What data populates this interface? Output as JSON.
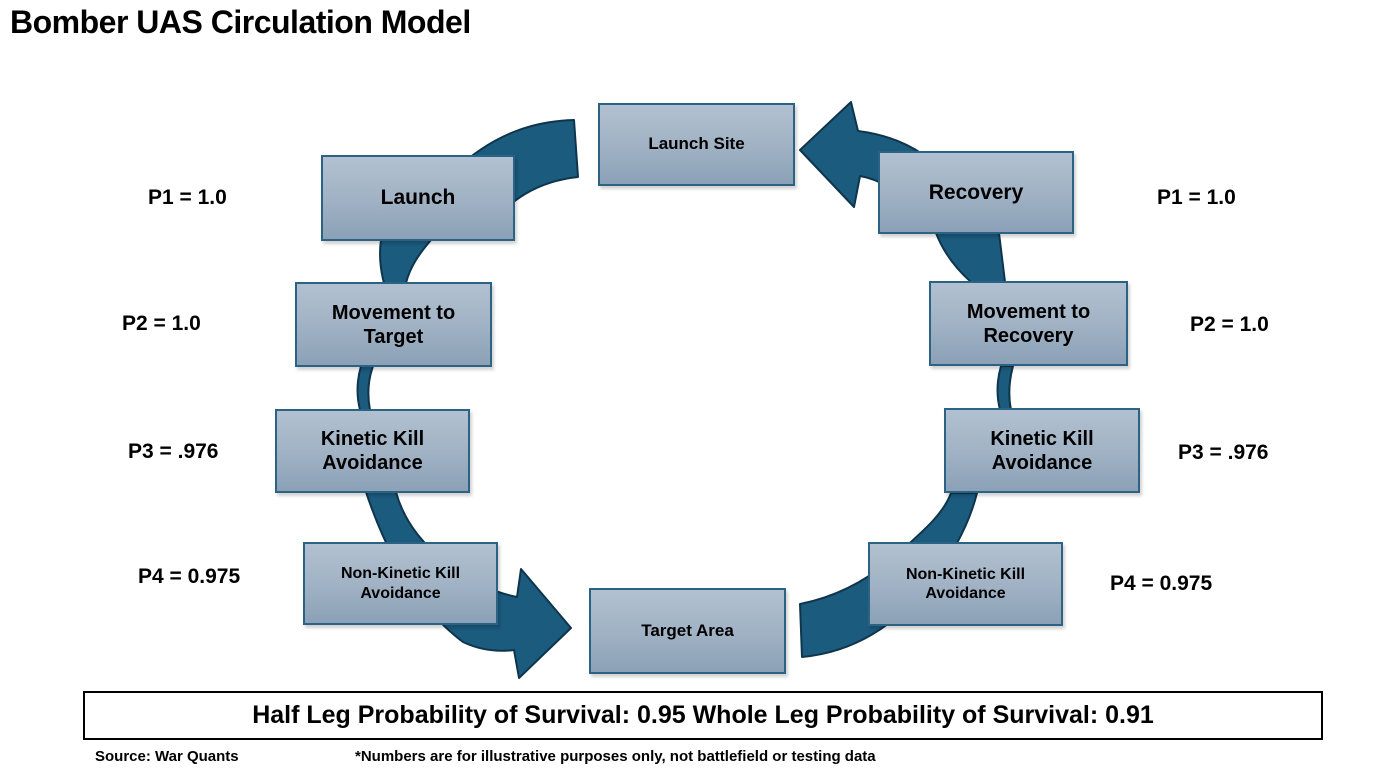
{
  "title": "Bomber UAS Circulation Model",
  "nodes": {
    "launch_site": "Launch Site",
    "launch": "Launch",
    "movement_to_target": "Movement to Target",
    "kinetic_kill_left": "Kinetic Kill Avoidance",
    "non_kinetic_kill_left": "Non-Kinetic Kill Avoidance",
    "target_area": "Target Area",
    "non_kinetic_kill_right": "Non-Kinetic Kill Avoidance",
    "kinetic_kill_right": "Kinetic Kill Avoidance",
    "movement_to_recovery": "Movement to Recovery",
    "recovery": "Recovery"
  },
  "probabilities": {
    "left": [
      "P1 = 1.0",
      "P2 = 1.0",
      "P3 = .976",
      "P4 = 0.975"
    ],
    "right": [
      "P1 = 1.0",
      "P2 = 1.0",
      "P3 = .976",
      "P4 = 0.975"
    ]
  },
  "summary": "Half Leg Probability of Survival: 0.95 Whole Leg Probability of Survival: 0.91",
  "footer": {
    "source": "Source: War Quants",
    "disclaimer": "*Numbers are for illustrative purposes only, not battlefield or testing data"
  },
  "colors": {
    "arrow_fill": "#1b5b7e",
    "arrow_outline": "#0f354c",
    "box_fill_top": "#b2c1d1",
    "box_fill_bottom": "#8ba1b7",
    "box_border": "#2c6284",
    "text": "#000000"
  }
}
